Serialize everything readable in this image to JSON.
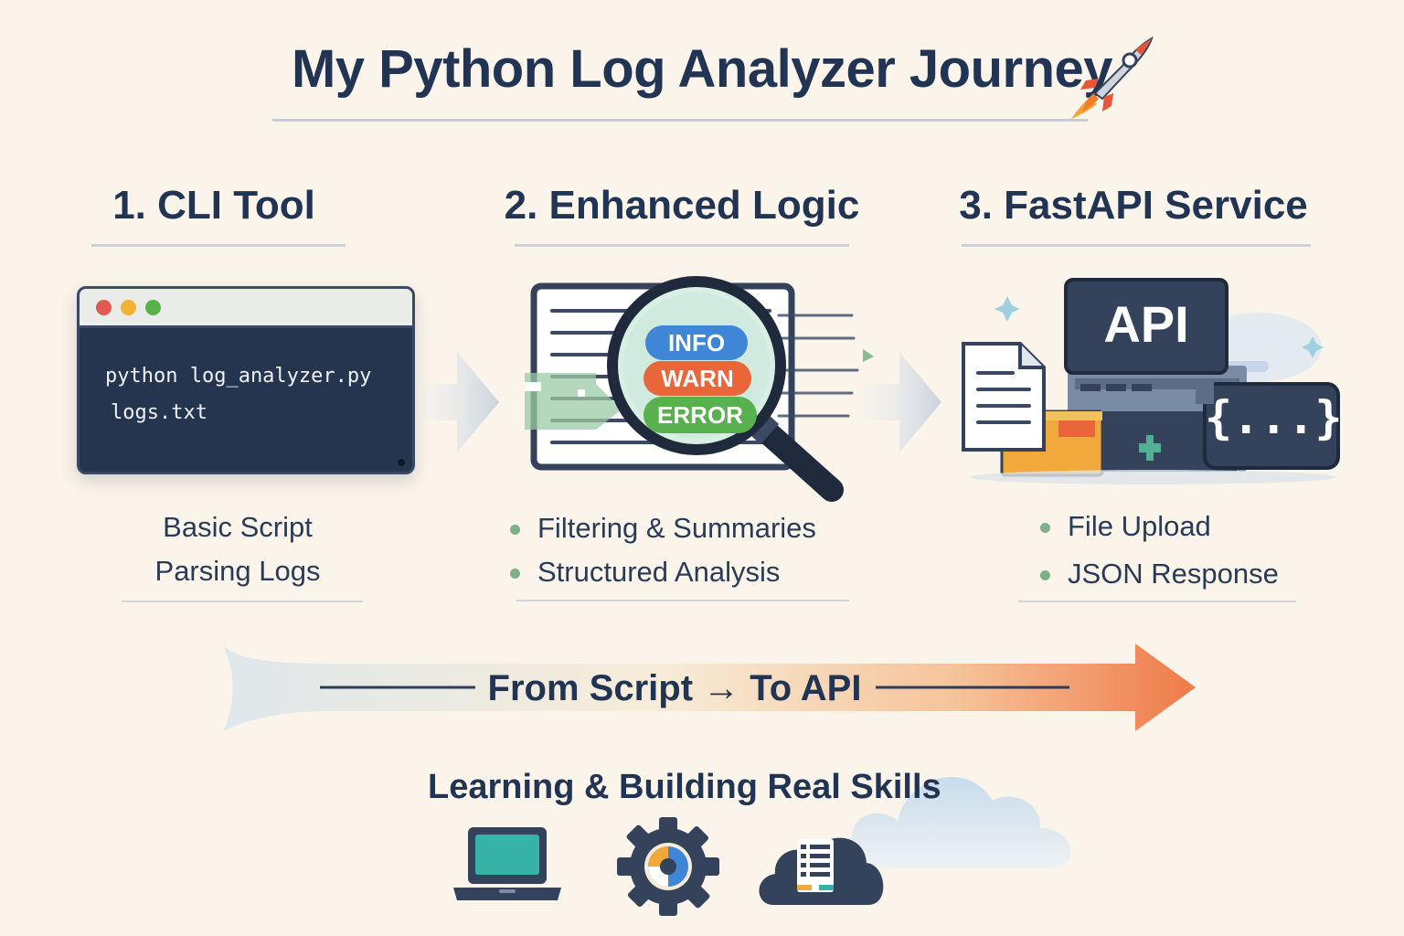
{
  "title": "My Python Log Analyzer Journey",
  "steps": [
    {
      "title": "1. CLI Tool",
      "terminal_lines": [
        "python log_analyzer.py",
        "logs.txt"
      ],
      "desc": [
        "Basic Script",
        "Parsing Logs"
      ]
    },
    {
      "title": "2. Enhanced Logic",
      "levels": [
        "INFO",
        "WARN",
        "ERROR"
      ],
      "bullets": [
        "Filtering & Summaries",
        "Structured Analysis"
      ]
    },
    {
      "title": "3. FastAPI Service",
      "api_label": "API",
      "json_label": "{...}",
      "bullets": [
        "File Upload",
        "JSON Response"
      ]
    }
  ],
  "flow": {
    "label": "From Script → To API"
  },
  "bottom": {
    "label": "Learning & Building Real Skills"
  },
  "colors": {
    "navy": "#213453",
    "info": "#3f86d6",
    "warn": "#e8663a",
    "error": "#58b04f",
    "bullet": "#7fb08a",
    "arrow_start": "#d6e4ea",
    "arrow_end": "#ef8050"
  },
  "icons": [
    "rocket-icon",
    "document-icon",
    "folder-icon",
    "magnifier-icon",
    "laptop-icon",
    "gear-icon",
    "cloud-server-icon"
  ]
}
